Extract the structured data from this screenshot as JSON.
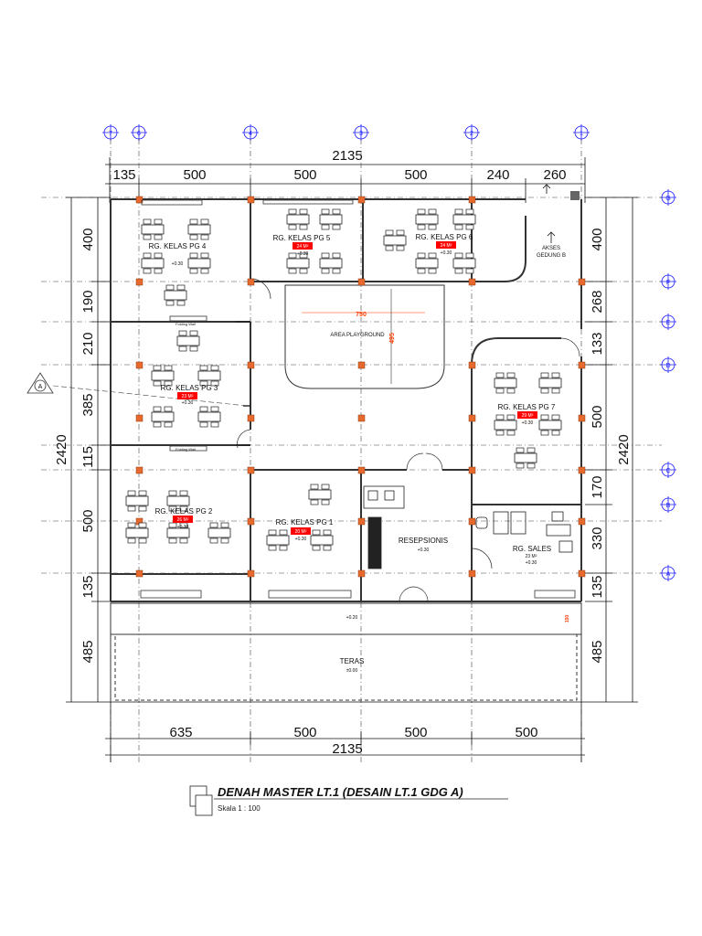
{
  "title": {
    "main": "DENAH MASTER LT.1 (DESAIN LT.1 GDG A)",
    "scale": "Skala 1 : 100"
  },
  "grid": {
    "numbers": [
      "7",
      "6",
      "4",
      "3",
      "2",
      "1"
    ],
    "letters": [
      "G",
      "F",
      "E",
      "D",
      "C",
      "B",
      "A"
    ],
    "section_marker": "A"
  },
  "dimensions": {
    "top_total": "2135",
    "top_segments": [
      "135",
      "500",
      "500",
      "500",
      "240",
      "260"
    ],
    "bottom_segments": [
      "635",
      "500",
      "500",
      "500"
    ],
    "bottom_total": "2135",
    "left_total": "2420",
    "left_segments": [
      "400",
      "190",
      "210",
      "385",
      "115",
      "500",
      "135",
      "485"
    ],
    "right_total": "2420",
    "right_segments": [
      "400",
      "268",
      "133",
      "500",
      "170",
      "330",
      "135",
      "485"
    ]
  },
  "rooms": {
    "pg4": {
      "name": "RG. KELAS PG 4",
      "level": "+0.30"
    },
    "pg5": {
      "name": "RG. KELAS PG 5",
      "area": "24 M²",
      "level": "+0.30"
    },
    "pg6": {
      "name": "RG. KELAS PG 6",
      "area": "24 M²",
      "level": "+0.30"
    },
    "pg3": {
      "name": "RG. KELAS PG 3",
      "area": "23 M²",
      "level": "+0.30"
    },
    "pg7": {
      "name": "RG. KELAS PG 7",
      "area": "29 M²",
      "level": "+0.30"
    },
    "pg2": {
      "name": "RG. KELAS PG 2",
      "area": "26 M²",
      "level": "+0.30"
    },
    "pg1": {
      "name": "RG. KELAS PG 1",
      "area": "20 M²",
      "level": "+0.30"
    },
    "playground": {
      "name": "AREA PLAYGROUND",
      "width_mark": "750",
      "depth_mark": "495"
    },
    "resepsionis": {
      "name": "RESEPSIONIS",
      "level": "+0.30"
    },
    "sales": {
      "name": "RG. SALES",
      "area": "23 M²",
      "level": "+0.30"
    },
    "teras": {
      "name": "TERAS",
      "level": "±0.00"
    },
    "step_level": "+0.20",
    "step_mark": "150",
    "akses": {
      "line1": "AKSES",
      "line2": "GEDUNG B"
    },
    "folding_wall_1": "Folding Wall",
    "folding_wall_2": "Folding Wall"
  },
  "colors": {
    "grid_bubble": "#1a1aff",
    "column": "#e8692e",
    "area_tag": "#ff0000",
    "wall": "#333333"
  }
}
